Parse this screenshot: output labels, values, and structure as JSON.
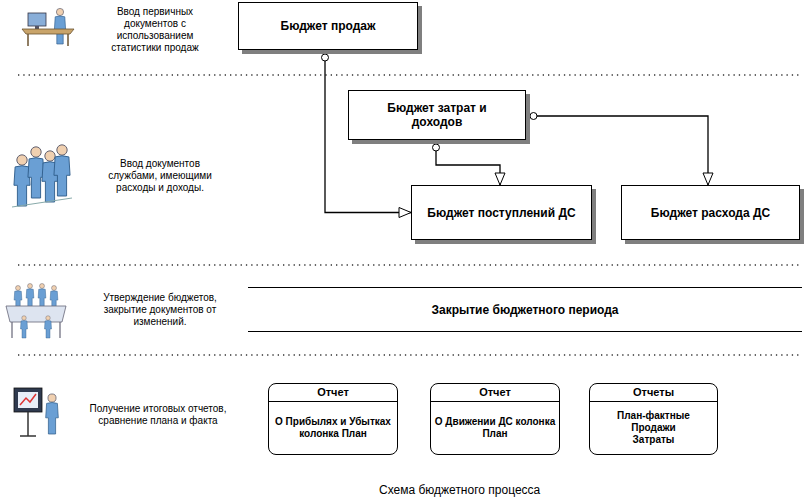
{
  "diagram": {
    "caption": "Схема бюджетного процесса",
    "nodes": [
      {
        "text": [
          "Бюджет продаж"
        ]
      },
      {
        "text": [
          "Бюджет затрат и доходов"
        ]
      },
      {
        "text": [
          "Бюджет поступлений ДС"
        ]
      },
      {
        "text": [
          "Бюджет расхода ДС"
        ]
      },
      {
        "text": [
          "Закрытие бюджетного периода"
        ]
      },
      {
        "text": [
          "Отчет",
          "О Прибылях и Убытках колонка План"
        ]
      },
      {
        "text": [
          "Отчет",
          "О Движении ДС колонка План"
        ]
      },
      {
        "text": [
          "Отчеты",
          "План-фактные Продажи Затраты"
        ]
      }
    ],
    "edges": [
      {
        "from": 0,
        "to": 2,
        "arrow": "to"
      },
      {
        "from": 1,
        "to": 2,
        "arrow": "to"
      },
      {
        "from": 1,
        "to": 3,
        "arrow": "to"
      }
    ],
    "labels": [
      "Ввод первичных документов с использованием статистики продаж",
      "Ввод документов службами, имеющими расходы и доходы.",
      "Утверждение бюджетов, закрытие документов от изменений.",
      "Получение итоговых отчетов, сравнение плана и факта"
    ]
  }
}
